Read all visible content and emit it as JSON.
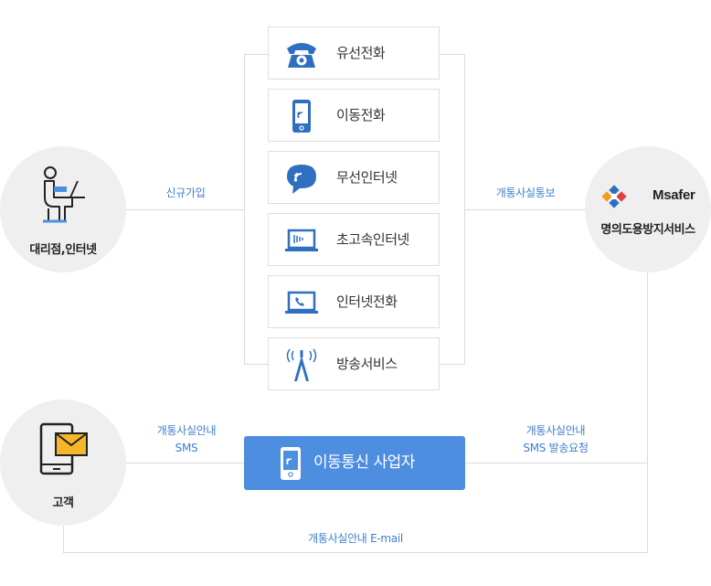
{
  "nodes": {
    "agency": {
      "label": "대리점,인터넷",
      "icon": "person-at-laptop-icon"
    },
    "msafer": {
      "label": "명의도용방지서비스",
      "brand": "Msafer",
      "icon": "msafer-logo-icon"
    },
    "customer": {
      "label": "고객",
      "icon": "tablet-mail-icon"
    },
    "carrier": {
      "label": "이동통신 사업자",
      "icon": "mobile-phone-icon"
    }
  },
  "services": [
    {
      "label": "유선전화",
      "icon": "rotary-telephone-icon"
    },
    {
      "label": "이동전화",
      "icon": "mobile-phone-icon"
    },
    {
      "label": "무선인터넷",
      "icon": "wifi-bubble-icon"
    },
    {
      "label": "초고속인터넷",
      "icon": "laptop-icon"
    },
    {
      "label": "인터넷전화",
      "icon": "internet-phone-icon"
    },
    {
      "label": "방송서비스",
      "icon": "broadcast-tower-icon"
    }
  ],
  "edges": {
    "new_subscription": "신규가입",
    "activation_notice": "개통사실통보",
    "sms_notice_line1": "개통사실안내",
    "sms_notice_line2": "SMS",
    "sms_request_line1": "개통사실안내",
    "sms_request_line2": "SMS 발송요청",
    "email_notice": "개통사실안내 E-mail"
  },
  "colors": {
    "accent": "#4d8ee0",
    "note_text": "#3f7fcb",
    "line": "#dcdcdc",
    "circle_bg": "#efefef"
  }
}
